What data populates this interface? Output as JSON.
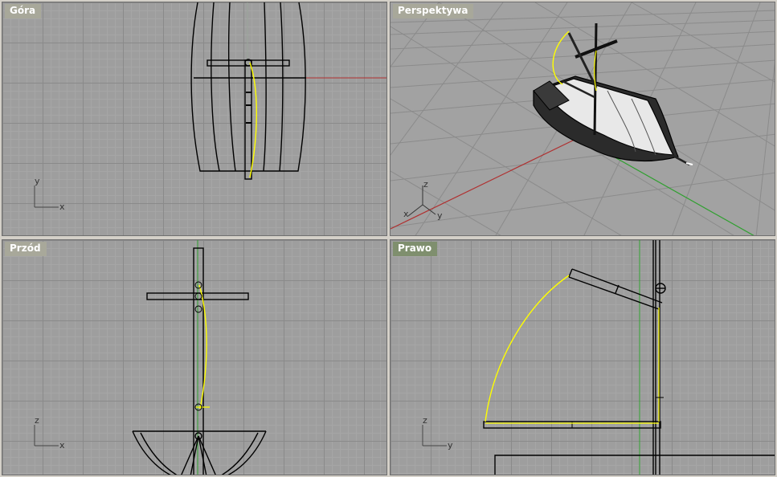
{
  "viewports": {
    "top": {
      "title": "Góra",
      "axis_v": "y",
      "axis_h": "x"
    },
    "perspective": {
      "title": "Perspektywa",
      "axis_z": "z",
      "axis_x": "x",
      "axis_y": "y"
    },
    "front": {
      "title": "Przód",
      "axis_v": "z",
      "axis_h": "x"
    },
    "right": {
      "title": "Prawo",
      "axis_v": "z",
      "axis_h": "y"
    }
  },
  "colors": {
    "background": "#d4d0c8",
    "grid": "#9e9e9e",
    "x_axis": "#b03030",
    "y_axis": "#30a030",
    "selection": "#ffff00",
    "geometry": "#000000",
    "active_label": "#7f8f6e",
    "inactive_label": "#a8a89a"
  }
}
